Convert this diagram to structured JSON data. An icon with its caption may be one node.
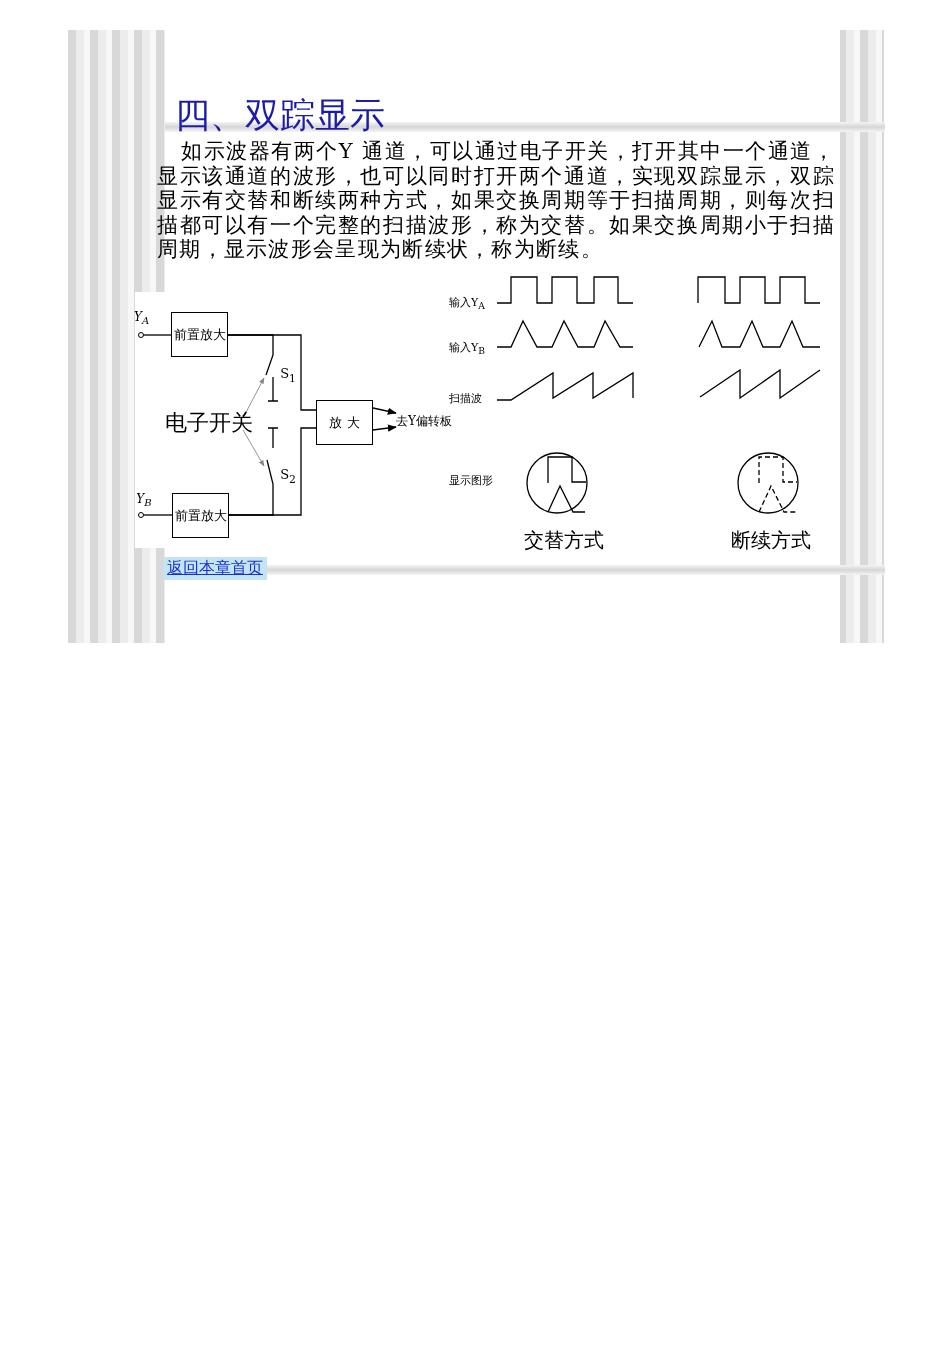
{
  "diagram": {
    "title": "四、双踪显示",
    "nodes": [
      {
        "text": [
          "Y$_{A}$"
        ]
      },
      {
        "text": [
          "前置放大"
        ]
      },
      {
        "text": [
          "S$_{1}$"
        ]
      },
      {
        "text": [
          "电子开关"
        ]
      },
      {
        "text": [
          "放 大"
        ]
      },
      {
        "text": [
          "去Y偏转板"
        ]
      },
      {
        "text": [
          "S$_{2}$"
        ]
      },
      {
        "text": [
          "Y$_{B}$"
        ]
      },
      {
        "text": [
          "前置放大"
        ]
      }
    ],
    "edges": [
      {
        "from": 0,
        "to": 1,
        "arrow": "none"
      },
      {
        "from": 1,
        "to": 2,
        "arrow": "none"
      },
      {
        "from": 1,
        "to": 4,
        "arrow": "none"
      },
      {
        "from": 3,
        "to": 2,
        "arrow": "to",
        "color": "#888888"
      },
      {
        "from": 3,
        "to": 6,
        "arrow": "to",
        "color": "#888888"
      },
      {
        "from": 4,
        "to": 5,
        "arrow": "to"
      },
      {
        "from": 4,
        "to": 5,
        "arrow": "to"
      },
      {
        "from": 7,
        "to": 8,
        "arrow": "none"
      },
      {
        "from": 8,
        "to": 6,
        "arrow": "none"
      },
      {
        "from": 8,
        "to": 4,
        "arrow": "none"
      }
    ],
    "labels": [
      "如示波器有两个Y 通道，可以通过电子开关，打开其中一个通道，显示该通道的波形，也可以同时打开两个通道，实现双踪显示，双踪显示有交替和断续两种方式，如果交换周期等于扫描周期，则每次扫描都可以有一个完整的扫描波形，称为交替。如果交换周期小于扫描周期，显示波形会呈现为断续状，称为断续。",
      "输入Y$_{A}$",
      "输入Y$_{B}$",
      "扫描波",
      "显示图形",
      "交替方式",
      "断续方式",
      "返回本章首页"
    ]
  }
}
